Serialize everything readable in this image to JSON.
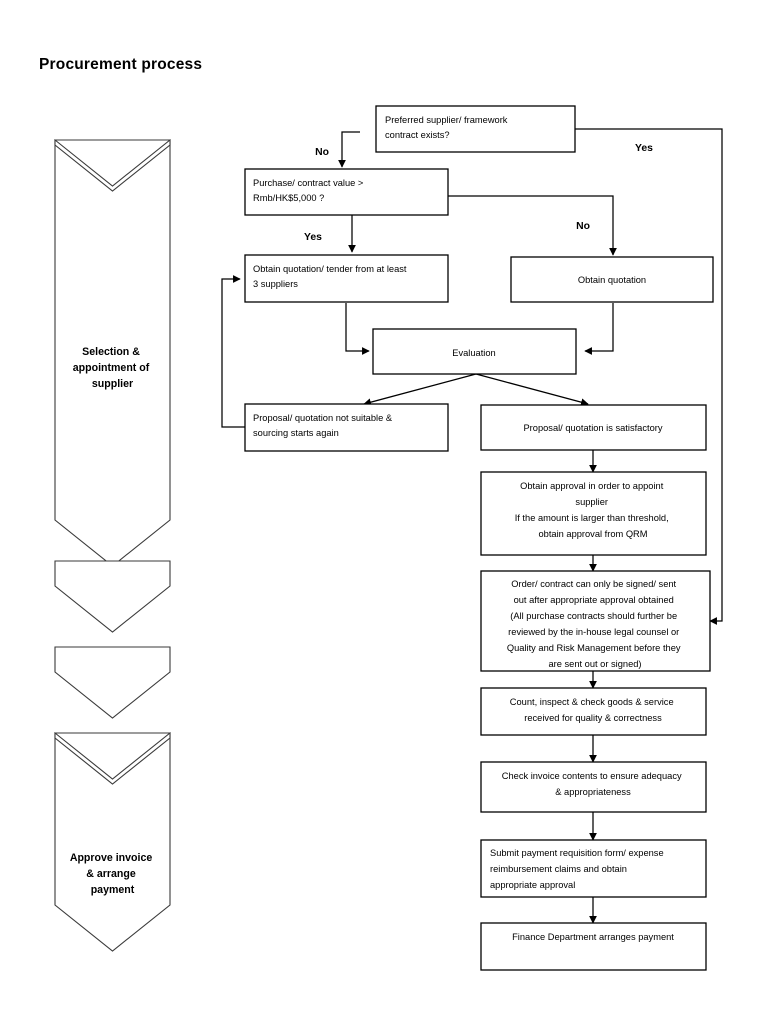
{
  "page": {
    "title": "Procurement process",
    "background_color": "#ffffff",
    "line_color": "#000000",
    "text_color": "#000000"
  },
  "phases": [
    {
      "id": "phase-selection",
      "label_lines": [
        "Selection &",
        "appointment of",
        "supplier"
      ],
      "has_label": true
    },
    {
      "id": "phase-2",
      "label_lines": [],
      "has_label": false
    },
    {
      "id": "phase-3",
      "label_lines": [],
      "has_label": false
    },
    {
      "id": "phase-approve-invoice",
      "label_lines": [
        "Approve invoice",
        "& arrange",
        "payment"
      ],
      "has_label": true
    }
  ],
  "nodes": [
    {
      "id": "preferred-supplier",
      "lines": [
        "Preferred supplier/ framework",
        "contract exists?"
      ],
      "align": "left"
    },
    {
      "id": "purchase-value",
      "lines": [
        "Purchase/ contract value >",
        "Rmb/HK$5,000 ?"
      ],
      "align": "left"
    },
    {
      "id": "obtain-tender",
      "lines": [
        "Obtain quotation/ tender from at least",
        "3 suppliers"
      ],
      "align": "left"
    },
    {
      "id": "obtain-quotation",
      "lines": [
        "Obtain quotation"
      ],
      "align": "center"
    },
    {
      "id": "evaluation",
      "lines": [
        "Evaluation"
      ],
      "align": "center"
    },
    {
      "id": "not-suitable",
      "lines": [
        "Proposal/ quotation not suitable &",
        "sourcing starts again"
      ],
      "align": "left"
    },
    {
      "id": "satisfactory",
      "lines": [
        "Proposal/ quotation is satisfactory"
      ],
      "align": "center"
    },
    {
      "id": "obtain-approval",
      "lines": [
        "Obtain approval in order to appoint",
        "supplier",
        "If the amount is larger than threshold,",
        "obtain approval from QRM"
      ],
      "align": "center"
    },
    {
      "id": "order-contract",
      "lines": [
        "Order/ contract can only be signed/ sent",
        "out after appropriate approval obtained",
        "(All purchase contracts should further be",
        "reviewed by the in-house legal counsel or",
        "Quality and Risk Management before they",
        "are sent out or signed)"
      ],
      "align": "center"
    },
    {
      "id": "count-inspect",
      "lines": [
        "Count, inspect & check goods & service",
        "received for quality & correctness"
      ],
      "align": "center"
    },
    {
      "id": "check-invoice",
      "lines": [
        "Check invoice contents to ensure adequacy",
        "& appropriateness"
      ],
      "align": "center"
    },
    {
      "id": "submit-payment",
      "lines": [
        "Submit payment requisition form/ expense",
        "reimbursement claims and obtain",
        "appropriate approval"
      ],
      "align": "left"
    },
    {
      "id": "finance-payment",
      "lines": [
        "Finance Department arranges payment"
      ],
      "align": "center"
    }
  ],
  "edge_labels": [
    {
      "id": "no-preferred",
      "text": "No"
    },
    {
      "id": "yes-preferred",
      "text": "Yes"
    },
    {
      "id": "yes-purchase",
      "text": "Yes"
    },
    {
      "id": "no-purchase",
      "text": "No"
    }
  ]
}
